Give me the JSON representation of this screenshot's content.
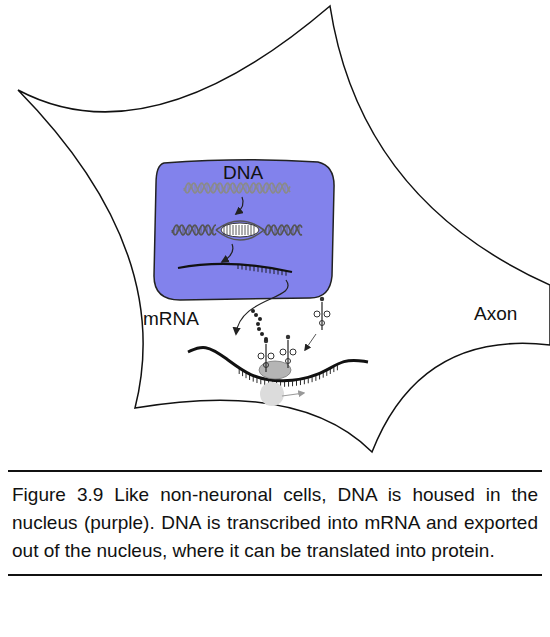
{
  "diagram": {
    "caption": "Figure 3.9 Like non-neuronal cells, DNA is housed in the nucleus (purple). DNA is transcribed into mRNA and exported out of the nucleus, where it can be translated into protein.",
    "nodes": [
      {
        "text": [
          "DNA"
        ]
      }
    ],
    "labels": [
      "mRNA",
      "Axon"
    ]
  }
}
